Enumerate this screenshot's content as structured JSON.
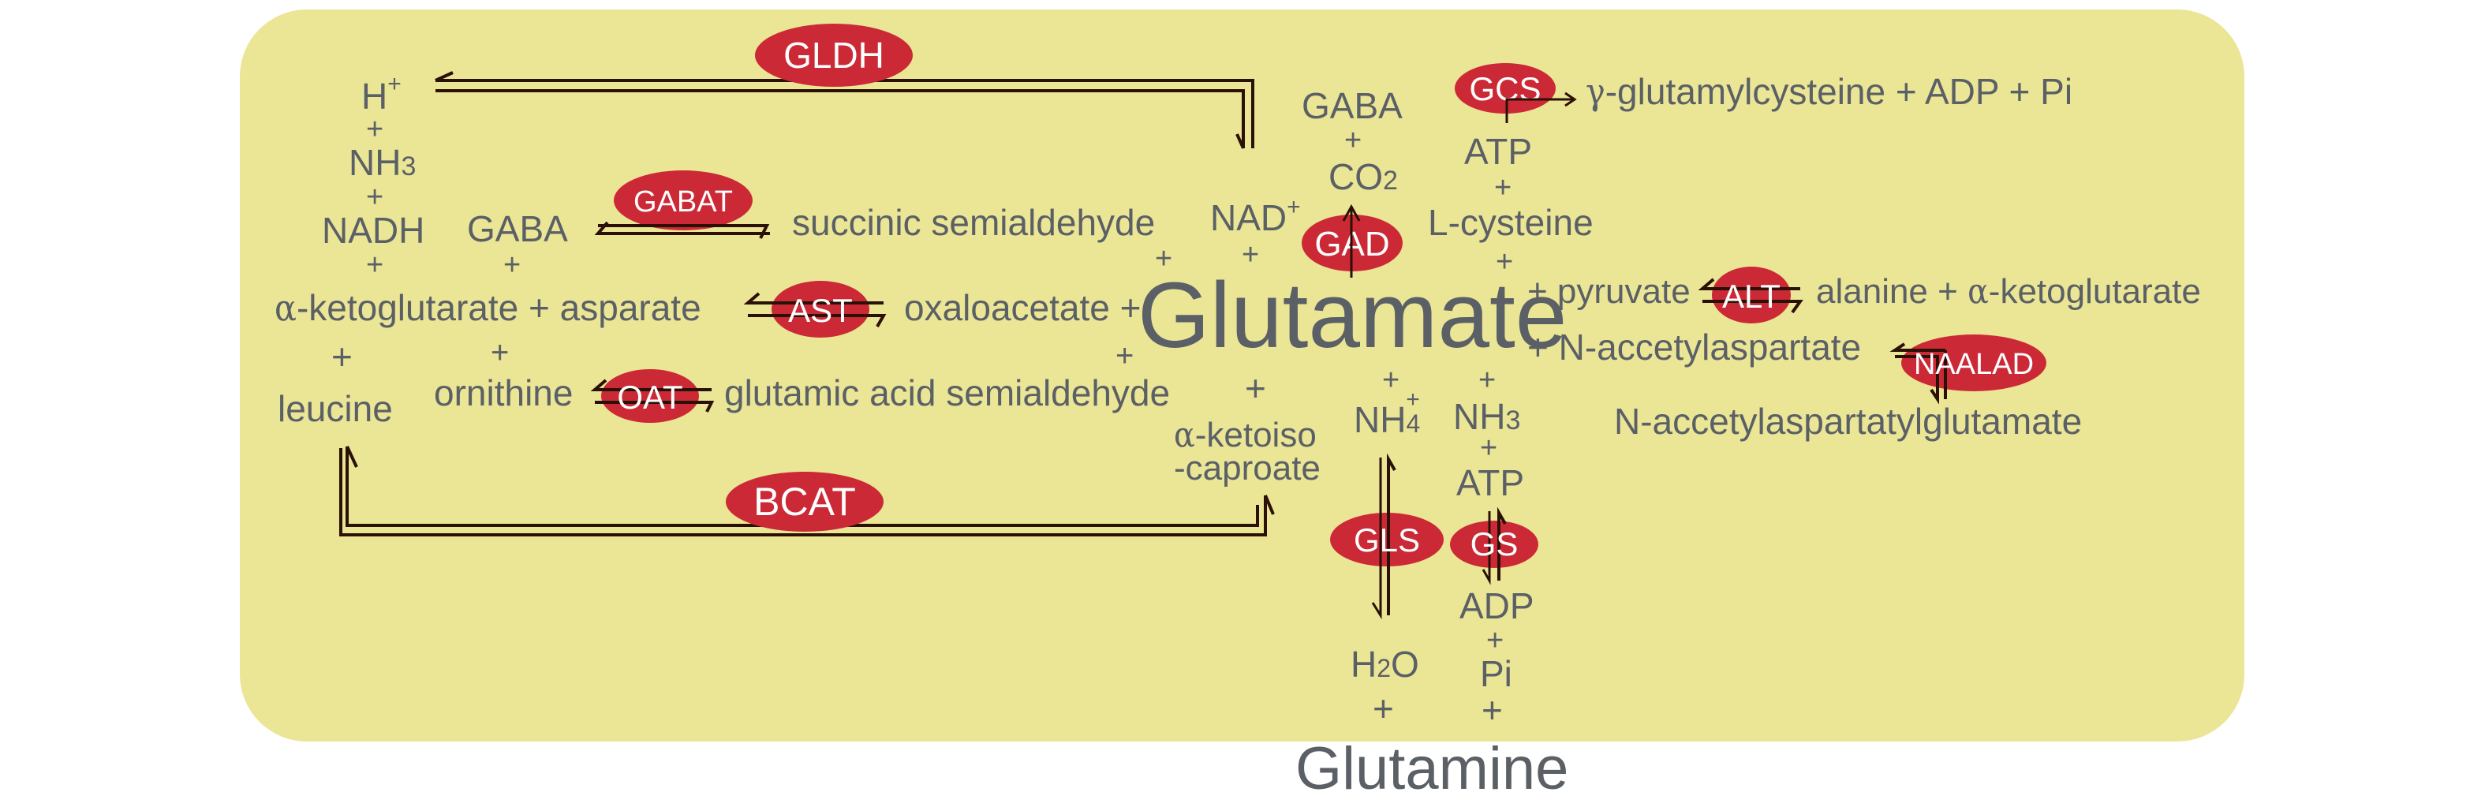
{
  "colors": {
    "background_panel": "#ebe596",
    "text": "#5b6066",
    "enzyme_fill": "#cc2936",
    "enzyme_text": "#ffffff",
    "arrow": "#2a1005"
  },
  "center": {
    "glutamate": "Glutamate",
    "glutamine": "Glutamine"
  },
  "plus": "+",
  "enzymes": {
    "gldh": "GLDH",
    "gabat": "GABAT",
    "ast": "AST",
    "oat": "OAT",
    "bcat": "BCAT",
    "gad": "GAD",
    "gcs": "GCS",
    "alt": "ALT",
    "naalad": "NAALAD",
    "gls": "GLS",
    "gs": "GS"
  },
  "gldh": {
    "h": "H",
    "h_sup": "+",
    "nh3": "NH",
    "nh3_sub": "3",
    "nadh": "NADH",
    "nad": "NAD",
    "nad_sup": "+"
  },
  "gabat": {
    "left": "GABA",
    "right": "succinic semialdehyde"
  },
  "ast": {
    "left_a": "α",
    "left": "-ketoglutarate + asparate",
    "right": "oxaloacetate +"
  },
  "oat": {
    "left": "ornithine",
    "right": "glutamic acid semialdehyde"
  },
  "bcat": {
    "left": "leucine",
    "right_a": "α",
    "right_1": "-ketoiso",
    "right_2": "-caproate"
  },
  "gad": {
    "gaba": "GABA",
    "co2": "CO",
    "co2_sub": "2"
  },
  "gcs": {
    "atp": "ATP",
    "cys": "L-cysteine",
    "gamma": "γ",
    "product": "-glutamylcysteine + ADP + Pi"
  },
  "alt": {
    "left": "+ pyruvate",
    "right": "alanine + ",
    "right_a": "α",
    "right_tail": "-ketoglutarate"
  },
  "naalad": {
    "left": "+ N-accetylaspartate",
    "product": "N-accetylaspartatylglutamate"
  },
  "gls": {
    "nh4": "NH",
    "nh4_sub": "4",
    "nh4_sup": "+",
    "h2o_h": "H",
    "h2o_sub": "2",
    "h2o_o": "O"
  },
  "gs": {
    "nh3": "NH",
    "nh3_sub": "3",
    "atp": "ATP",
    "adp": "ADP",
    "pi": "Pi"
  }
}
